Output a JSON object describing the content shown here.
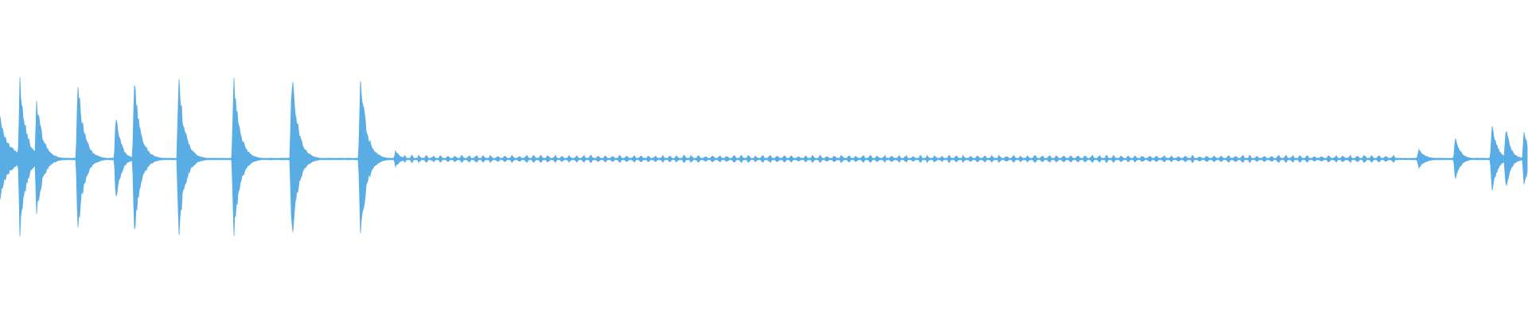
{
  "waveform": {
    "color": "#5aace4",
    "background": "#ffffff",
    "baseline_amplitude": 0.01,
    "transients": [
      {
        "t": 0.0,
        "amp": 0.5,
        "decay": 0.006
      },
      {
        "t": 0.013,
        "amp": 0.98,
        "decay": 0.004
      },
      {
        "t": 0.024,
        "amp": 0.74,
        "decay": 0.004
      },
      {
        "t": 0.051,
        "amp": 0.96,
        "decay": 0.004
      },
      {
        "t": 0.076,
        "amp": 0.6,
        "decay": 0.003
      },
      {
        "t": 0.088,
        "amp": 0.98,
        "decay": 0.004
      },
      {
        "t": 0.117,
        "amp": 1.0,
        "decay": 0.004
      },
      {
        "t": 0.153,
        "amp": 1.0,
        "decay": 0.004
      },
      {
        "t": 0.191,
        "amp": 1.1,
        "decay": 0.004
      },
      {
        "t": 0.236,
        "amp": 1.03,
        "decay": 0.004
      },
      {
        "t": 0.259,
        "amp": 0.1,
        "decay": 0.003
      },
      {
        "t": 0.929,
        "amp": 0.12,
        "decay": 0.004
      },
      {
        "t": 0.953,
        "amp": 0.28,
        "decay": 0.003
      },
      {
        "t": 0.977,
        "amp": 0.48,
        "decay": 0.003
      },
      {
        "t": 0.986,
        "amp": 0.4,
        "decay": 0.003
      },
      {
        "t": 0.998,
        "amp": 0.36,
        "decay": 0.003
      }
    ],
    "ripple_section": {
      "start": 0.262,
      "end": 0.915,
      "amp": 0.045
    }
  }
}
